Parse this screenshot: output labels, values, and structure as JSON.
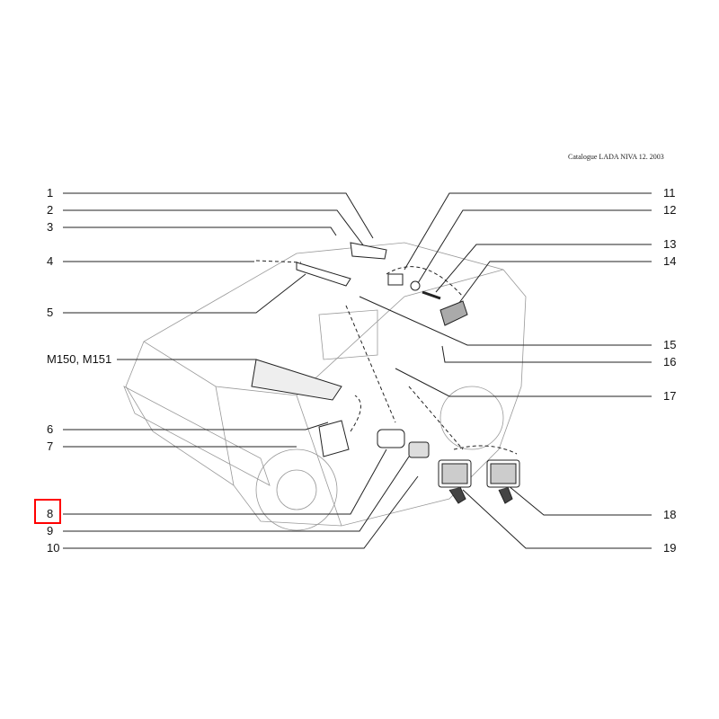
{
  "header": "Catalogue LADA NIVA 12. 2003",
  "left_labels": [
    "1",
    "2",
    "3",
    "4",
    "5",
    "M150, M151",
    "6",
    "7",
    "8",
    "9",
    "10"
  ],
  "right_labels": [
    "11",
    "12",
    "13",
    "14",
    "15",
    "16",
    "17",
    "18",
    "19"
  ],
  "highlighted_label": "8",
  "highlight_color": "#ff0000"
}
